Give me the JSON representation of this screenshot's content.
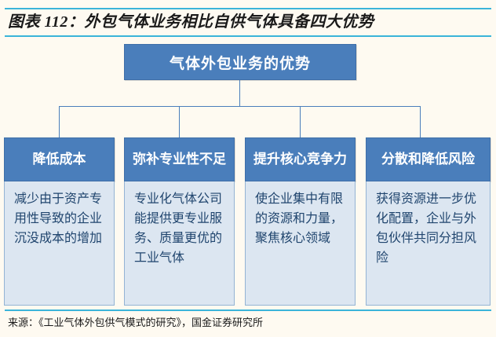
{
  "exhibit": {
    "title": "图表 112：外包气体业务相比自供气体具备四大优势",
    "source": "来源：《工业气体外包供气模式的研究》，国金证券研究所"
  },
  "diagram": {
    "type": "tree",
    "root": {
      "label": "气体外包业务的优势"
    },
    "branches": [
      {
        "header": "降低成本",
        "body": "减少由于资产专用性导致的企业沉没成本的增加"
      },
      {
        "header": "弥补专业性不足",
        "body": "专业化气体公司能提供更专业服务、质量更优的工业气体"
      },
      {
        "header": "提升核心竞争力",
        "body": "使企业集中有限的资源和力量，聚焦核心领域"
      },
      {
        "header": "分散和降低风险",
        "body": "获得资源进一步优化配置，企业与外包伙伴共同分担风险"
      }
    ]
  },
  "colors": {
    "accent_blue": "#4a7ebb",
    "body_fill": "#dce6f1",
    "body_text": "#20456e",
    "rule_cyan": "#3bb4d9",
    "background": "#fefaf1"
  }
}
